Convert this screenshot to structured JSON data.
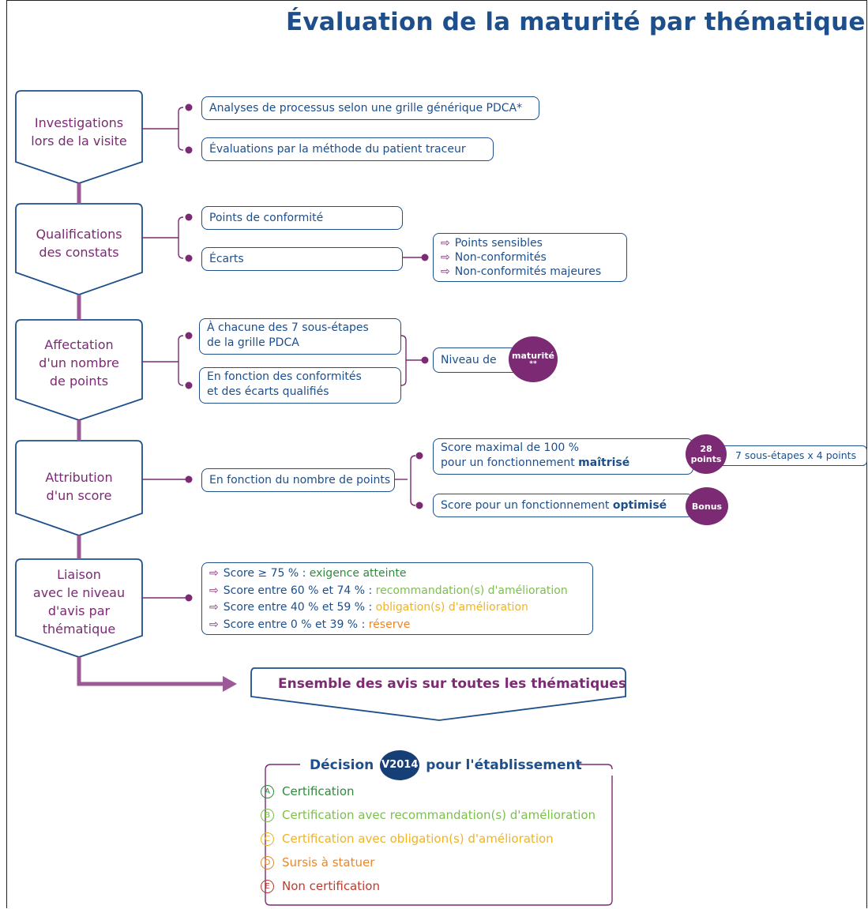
{
  "title": "Évaluation de la maturité par thématique",
  "stages": [
    {
      "line1": "Investigations",
      "line2": "lors de la visite"
    },
    {
      "line1": "Qualifications",
      "line2": "des constats"
    },
    {
      "line1": "Affectation",
      "line2": "d'un nombre",
      "line3": "de points"
    },
    {
      "line1": "Attribution",
      "line2": "d'un score"
    },
    {
      "line1": "Liaison",
      "line2": "avec le niveau",
      "line3": "d'avis par",
      "line4": "thématique"
    }
  ],
  "investigations": {
    "item1": "Analyses de processus selon une grille générique PDCA*",
    "item2": "Évaluations par la méthode du patient traceur"
  },
  "qualifications": {
    "item1": "Points de conformité",
    "item2": "Écarts",
    "ecarts_list": [
      "Points sensibles",
      "Non-conformités",
      "Non-conformités majeures"
    ]
  },
  "affectation": {
    "item1_line1": "À chacune des 7 sous-étapes",
    "item1_line2": "de la grille PDCA",
    "item2_line1": "En fonction des conformités",
    "item2_line2": "et des écarts qualifiés",
    "niveau_label": "Niveau de",
    "maturite_badge": "maturité",
    "maturite_sub": "**"
  },
  "attribution": {
    "item": "En fonction du nombre de points",
    "score_max_line1": "Score maximal de 100 %",
    "score_max_line2_pre": "pour un fonctionnement ",
    "score_max_line2_bold": "maîtrisé",
    "points_badge_num": "28",
    "points_badge_label": "points",
    "sous_etapes": "7 sous-étapes x 4 points",
    "score_opt_pre": "Score pour un fonctionnement ",
    "score_opt_bold": "optimisé",
    "bonus_badge": "Bonus"
  },
  "liaison": [
    {
      "prefix": "Score ≥ 75 % : ",
      "label": "exigence atteinte",
      "color": "#2e8b3a"
    },
    {
      "prefix": "Score entre 60 % et 74 % : ",
      "label": "recommandation(s) d'amélioration",
      "color": "#7cc04b"
    },
    {
      "prefix": "Score entre 40 % et 59 % : ",
      "label": "obligation(s) d'amélioration",
      "color": "#f0b323"
    },
    {
      "prefix": "Score entre 0 % et 39 % : ",
      "label": "réserve",
      "color": "#e8872c"
    }
  ],
  "ensemble": "Ensemble des avis sur toutes les thématiques",
  "decision": {
    "pre": "Décision",
    "badge": "V2014",
    "post": "pour l'établissement",
    "items": [
      {
        "letter": "A",
        "label": "Certification",
        "color": "#2e8b3a"
      },
      {
        "letter": "B",
        "label": "Certification avec recommandation(s) d'amélioration",
        "color": "#7cc04b"
      },
      {
        "letter": "C",
        "label": "Certification avec obligation(s) d'amélioration",
        "color": "#f0b323"
      },
      {
        "letter": "D",
        "label": "Sursis à statuer",
        "color": "#e8872c"
      },
      {
        "letter": "E",
        "label": "Non certification",
        "color": "#c0392b"
      }
    ]
  },
  "colors": {
    "primary_blue": "#1d4f8c",
    "accent_purple": "#7b2a73"
  }
}
